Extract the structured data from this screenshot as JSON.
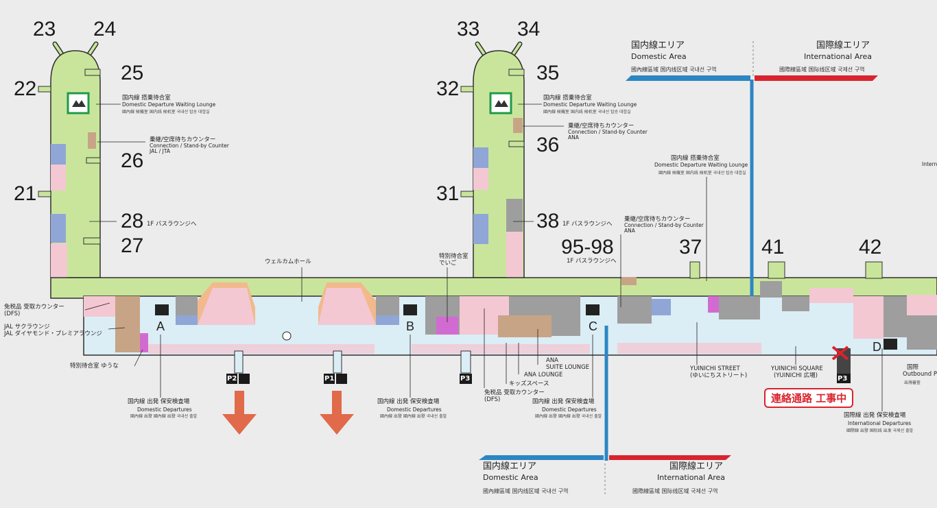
{
  "gates": {
    "g23": "23",
    "g24": "24",
    "g25": "25",
    "g22": "22",
    "g26": "26",
    "g21": "21",
    "g28": "28",
    "g27": "27",
    "g33": "33",
    "g34": "34",
    "g35": "35",
    "g32": "32",
    "g36": "36",
    "g31": "31",
    "g38": "38",
    "g9598": "95-98",
    "g37": "37",
    "g41": "41",
    "g42": "42"
  },
  "checkpoints": {
    "a": "A",
    "b": "B",
    "c": "C",
    "d": "D"
  },
  "labels": {
    "lounge_left_jp": "国内線 搭乗待合室",
    "lounge_left_en": "Domestic Departure Waiting Lounge",
    "lounge_left_multi": "國內線 候機室  国内线 候机室  국내선 탑승 대합실",
    "conn_left_jp": "乗継/空席待ちカウンター",
    "conn_left_en": "Connection / Stand-by Counter",
    "conn_left_airline": "JAL / JTA",
    "bus_left": "1F バスラウンジへ",
    "lounge_mid_jp": "国内線 搭乗待合室",
    "lounge_mid_en": "Domestic Departure Waiting Lounge",
    "lounge_mid_multi": "國內線 候機室  国内线 候机室  국내선 탑승 대합실",
    "conn_mid_jp": "乗継/空席待ちカウンター",
    "conn_mid_en": "Connection / Stand-by Counter",
    "conn_mid_airline": "ANA",
    "bus_mid": "1F バスラウンジへ",
    "lounge_r_jp": "国内線 搭乗待合室",
    "lounge_r_en": "Domestic Departure Waiting Lounge",
    "lounge_r_multi": "國內線 候機室  国内线 候机室  국내선 탑승 대합실",
    "conn_r_jp": "乗継/空席待ちカウンター",
    "conn_r_en": "Connection / Stand-by Counter",
    "conn_r_airline": "ANA",
    "bus_9598": "1F バスラウンジへ",
    "welcome_hall": "ウェルカムホール",
    "special_lounge_dego_1": "特別待合室",
    "special_lounge_dego_2": "でいご",
    "dfs_pickup_left_1": "免税品 受取カウンター",
    "dfs_pickup_left_2": "(DFS)",
    "jal_sakura": "JAL サクラウンジ",
    "jal_diamond": "JAL ダイヤモンド・プレミアラウンジ",
    "special_lounge_yuuna": "特別待合室 ゆうな",
    "dom_dep_a_jp": "国内線 出発 保安検査場",
    "dom_dep_a_en": "Domestic Departures",
    "dom_dep_a_multi": "國內線 出發  國內線 出發  국내선 출발",
    "dom_dep_b_jp": "国内線 出発 保安検査場",
    "dom_dep_b_en": "Domestic Departures",
    "dom_dep_b_multi": "國內線 出發  國內線 出發  국내선 출발",
    "dom_dep_c_jp": "国内線 出発 保安検査場",
    "dom_dep_c_en": "Domestic Departures",
    "dom_dep_c_multi": "國內線 出發  國內線 出發  국내선 출발",
    "dfs_mid_1": "免税品 受取カウンター",
    "dfs_mid_2": "(DFS)",
    "kids_space": "キッズスペース",
    "ana_lounge": "ANA LOUNGE",
    "ana_suite_1": "ANA",
    "ana_suite_2": "SUITE LOUNGE",
    "yuinichi_street_en": "YUINICHI STREET",
    "yuinichi_street_jp": "(ゆいにちストリート)",
    "yuinichi_square_en": "YUINICHI SQUARE",
    "yuinichi_square_jp": "(YUINICHI 広場)",
    "construction": "連絡通路 工事中",
    "intl_dep_jp": "国際線 出発 保安検査場",
    "intl_dep_en": "International Departures",
    "intl_dep_multi": "國際線 出發  国际线 出发  국제선 출발",
    "outbound_1": "国際",
    "outbound_2": "Outbound Pa",
    "outbound_3": "出境審查",
    "intl_edge": "Intern",
    "p1": "P1",
    "p2": "P2",
    "p3a": "P3",
    "p3b": "P3"
  },
  "areas": {
    "top_dom_jp": "国内線エリア",
    "top_dom_en": "Domestic Area",
    "top_dom_multi": "國內線區域  国内线区域  국내선 구역",
    "top_intl_jp": "国際線エリア",
    "top_intl_en": "International Area",
    "top_intl_multi": "國際線區域  国际线区域  국제선 구역",
    "bot_dom_jp": "国内線エリア",
    "bot_dom_en": "Domestic Area",
    "bot_dom_multi": "國內線區域  国内线区域  국내선 구역",
    "bot_intl_jp": "国際線エリア",
    "bot_intl_en": "International Area",
    "bot_intl_multi": "國際線區域  国际线区域  국제선 구역"
  },
  "colors": {
    "background": "#ececec",
    "pier": "#c9e59c",
    "pier_outline": "#2f2f2f",
    "public_area": "#dbedf5",
    "shop_pink": "#f3c8d3",
    "lounge_orange": "#f2b98c",
    "facility_grey": "#9e9e9e",
    "service_blue": "#8fa6d6",
    "magenta": "#d26bd1",
    "brown": "#c8a486",
    "domestic_blue": "#2c86c3",
    "international_red": "#d9232e",
    "arrow_orange": "#e06a4a",
    "lounge_icon_green": "#1f9a48"
  }
}
